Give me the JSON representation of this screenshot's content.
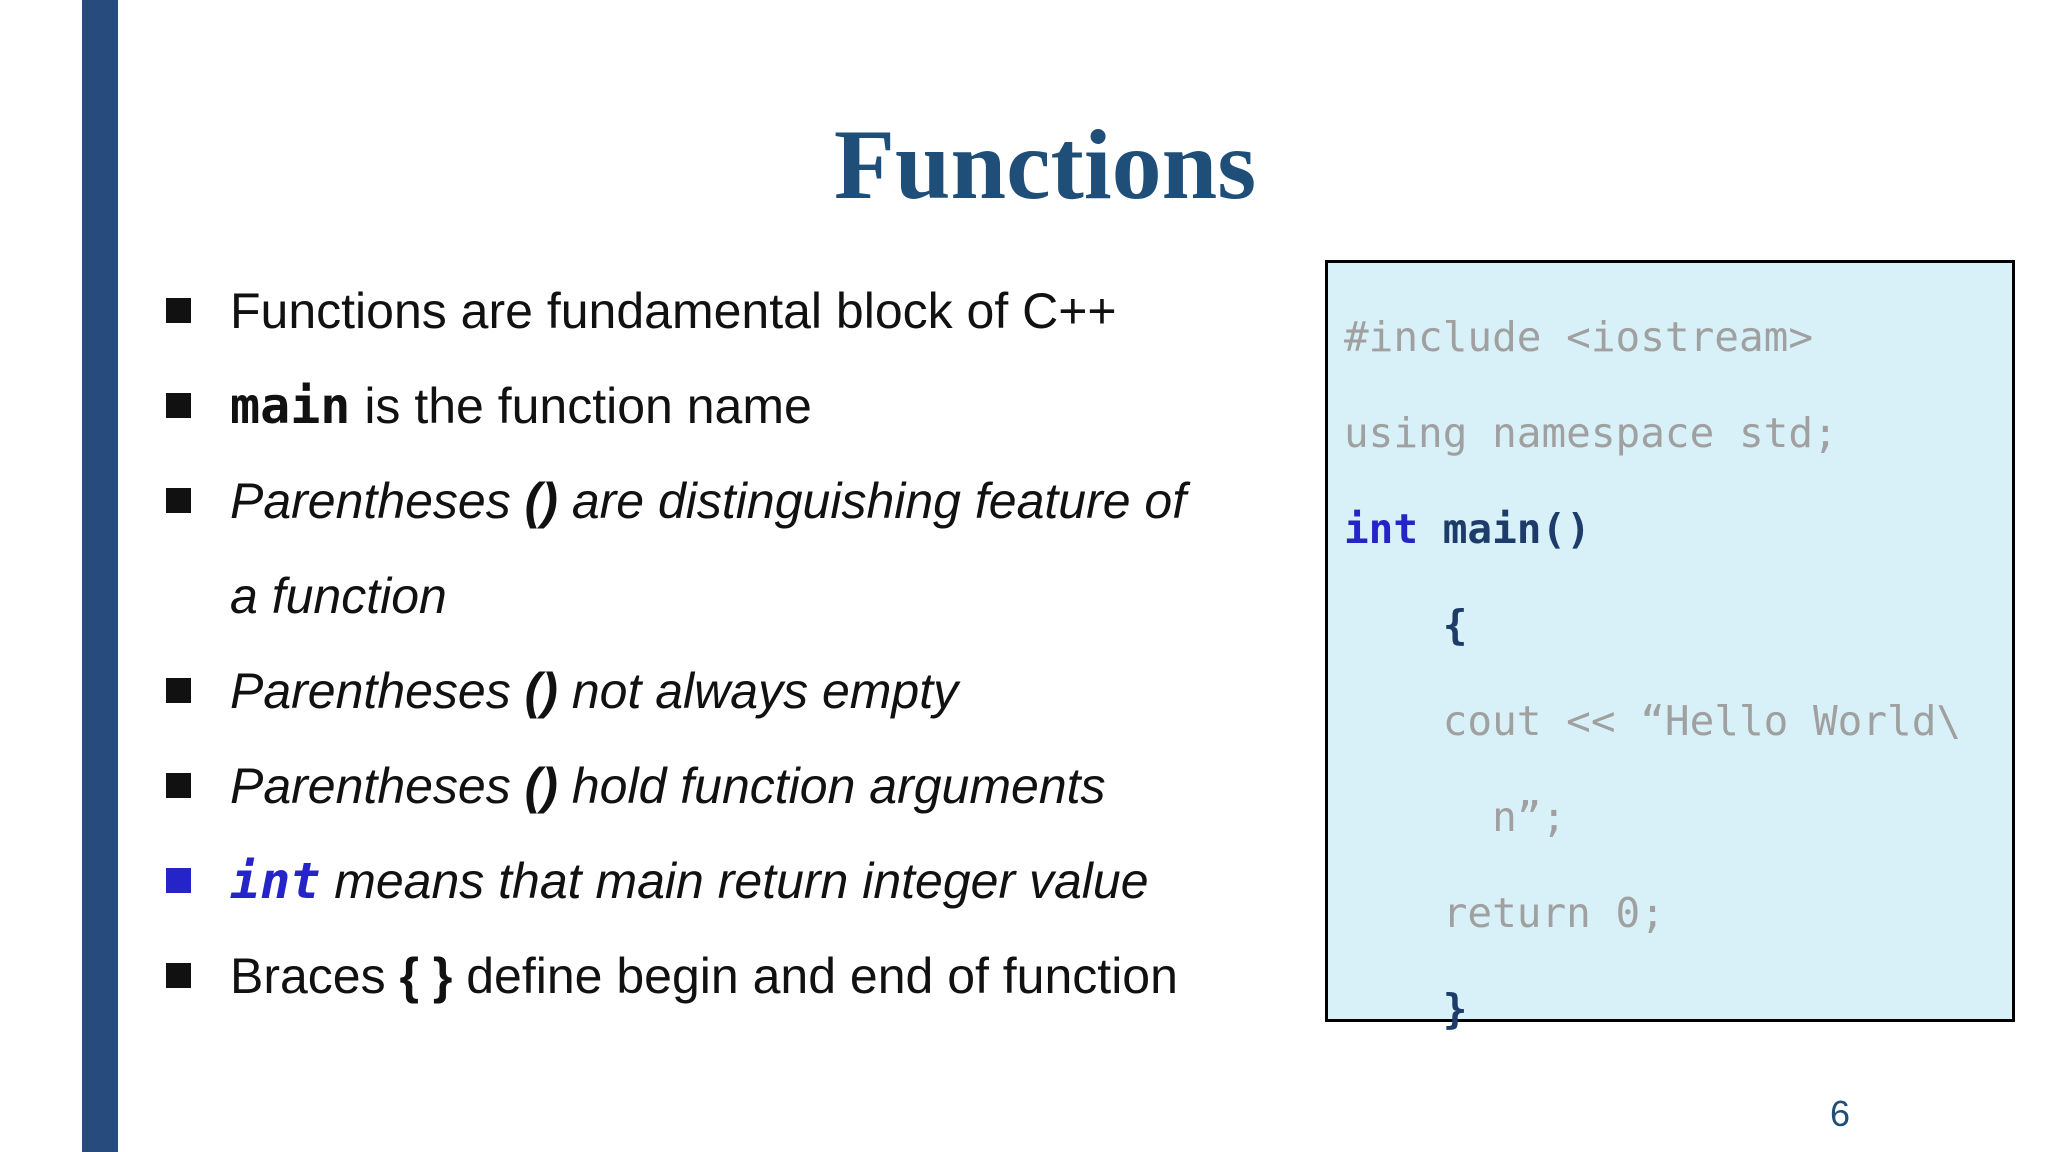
{
  "slide": {
    "title": "Functions",
    "page_number": "6",
    "accent_color": "#1F4E79",
    "bar_color": "#284B7E",
    "keyword_blue": "#2424C8",
    "code_navy": "#1E3C69",
    "code_gray": "#A0A0A0",
    "code_bg": "#D8F1F9"
  },
  "bullets": [
    {
      "marker_color": "#111111",
      "lines": [
        [
          {
            "t": "Functions are fundamental block of C++",
            "s": "r"
          }
        ]
      ]
    },
    {
      "marker_color": "#111111",
      "lines": [
        [
          {
            "t": "main",
            "s": "mb"
          },
          {
            "t": " is the function name",
            "s": "r"
          }
        ]
      ]
    },
    {
      "marker_color": "#111111",
      "lines": [
        [
          {
            "t": "Parentheses ",
            "s": "i"
          },
          {
            "t": "()",
            "s": "ib"
          },
          {
            "t": " are distinguishing feature of",
            "s": "i"
          }
        ],
        [
          {
            "t": "a function",
            "s": "i"
          }
        ]
      ]
    },
    {
      "marker_color": "#111111",
      "lines": [
        [
          {
            "t": "Parentheses ",
            "s": "i"
          },
          {
            "t": "()",
            "s": "ib"
          },
          {
            "t": " not always empty",
            "s": "i"
          }
        ]
      ]
    },
    {
      "marker_color": "#111111",
      "lines": [
        [
          {
            "t": "Parentheses ",
            "s": "i"
          },
          {
            "t": "()",
            "s": "ib"
          },
          {
            "t": " hold function arguments",
            "s": "i"
          }
        ]
      ]
    },
    {
      "marker_color": "#2424C8",
      "lines": [
        [
          {
            "t": "int",
            "s": "kmi"
          },
          {
            "t": " means that main return integer value",
            "s": "i"
          }
        ]
      ]
    },
    {
      "marker_color": "#111111",
      "lines": [
        [
          {
            "t": "Braces ",
            "s": "r"
          },
          {
            "t": "{ }",
            "s": "b"
          },
          {
            "t": " define begin and end of function",
            "s": "r"
          }
        ]
      ]
    }
  ],
  "code_panel": {
    "lines": [
      [
        {
          "t": "#include <iostream>",
          "s": "gray"
        }
      ],
      [
        {
          "t": "using namespace std;",
          "s": "gray"
        }
      ],
      [
        {
          "t": "int",
          "s": "kw"
        },
        {
          "t": " main()",
          "s": "nv"
        }
      ],
      [
        {
          "t": "    {",
          "s": "nv"
        }
      ],
      [
        {
          "t": "    cout << “Hello World\\",
          "s": "gray"
        }
      ],
      [
        {
          "t": "      n”;",
          "s": "gray"
        }
      ],
      [
        {
          "t": "    return 0;",
          "s": "gray"
        }
      ],
      [
        {
          "t": "    }",
          "s": "nv"
        }
      ]
    ]
  }
}
